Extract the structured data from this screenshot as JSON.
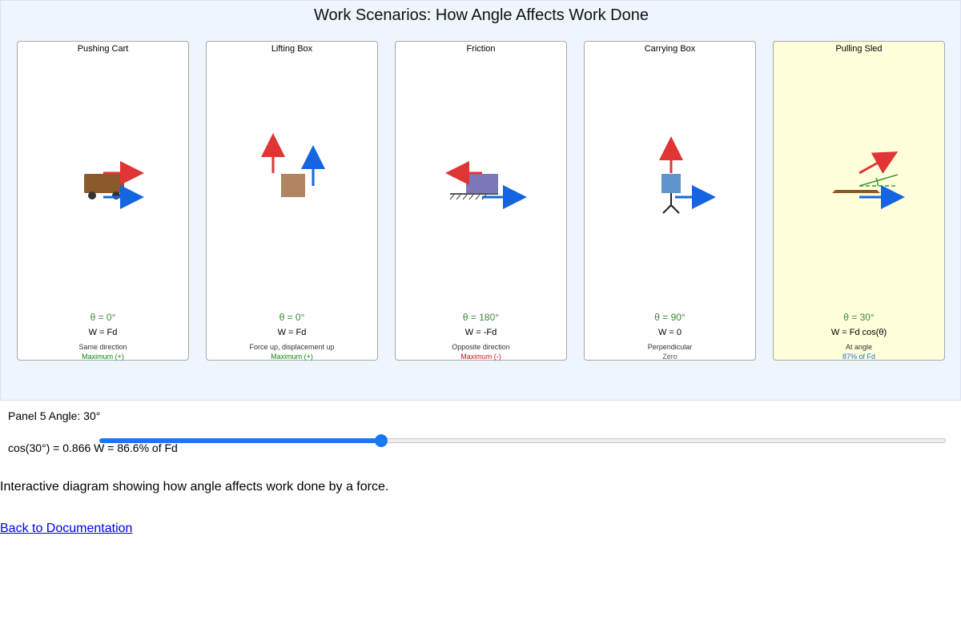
{
  "title": "Work Scenarios: How Angle Affects Work Done",
  "panels": [
    {
      "title": "Pushing Cart",
      "angle": "θ = 0°",
      "formula": "W = Fd",
      "description": "Same direction",
      "result": "Maximum (+)",
      "result_color": "#0a8a0a"
    },
    {
      "title": "Lifting Box",
      "angle": "θ = 0°",
      "formula": "W = Fd",
      "description": "Force up, displacement up",
      "result": "Maximum (+)",
      "result_color": "#0a8a0a"
    },
    {
      "title": "Friction",
      "angle": "θ = 180°",
      "formula": "W = -Fd",
      "description": "Opposite direction",
      "result": "Maximum (-)",
      "result_color": "#d21414"
    },
    {
      "title": "Carrying Box",
      "angle": "θ = 90°",
      "formula": "W = 0",
      "description": "Perpendicular",
      "result": "Zero",
      "result_color": "#555555"
    },
    {
      "title": "Pulling Sled",
      "angle": "θ = 30°",
      "formula": "W = Fd cos(θ)",
      "description": "At angle",
      "result": "87% of Fd",
      "result_color": "#1a6fd0"
    }
  ],
  "controls": {
    "label": "Panel 5 Angle: 30°",
    "cos_text": "cos(30°) = 0.866   W = 86.6% of Fd",
    "slider_min": 0,
    "slider_max": 90,
    "slider_value": 30
  },
  "description": "Interactive diagram showing how angle affects work done by a force.",
  "back_link": "Back to Documentation",
  "colors": {
    "force": "#e03535",
    "displacement": "#1565e0",
    "highlight_panel": "#ffffdc",
    "angle_text": "#3a8a3a"
  }
}
